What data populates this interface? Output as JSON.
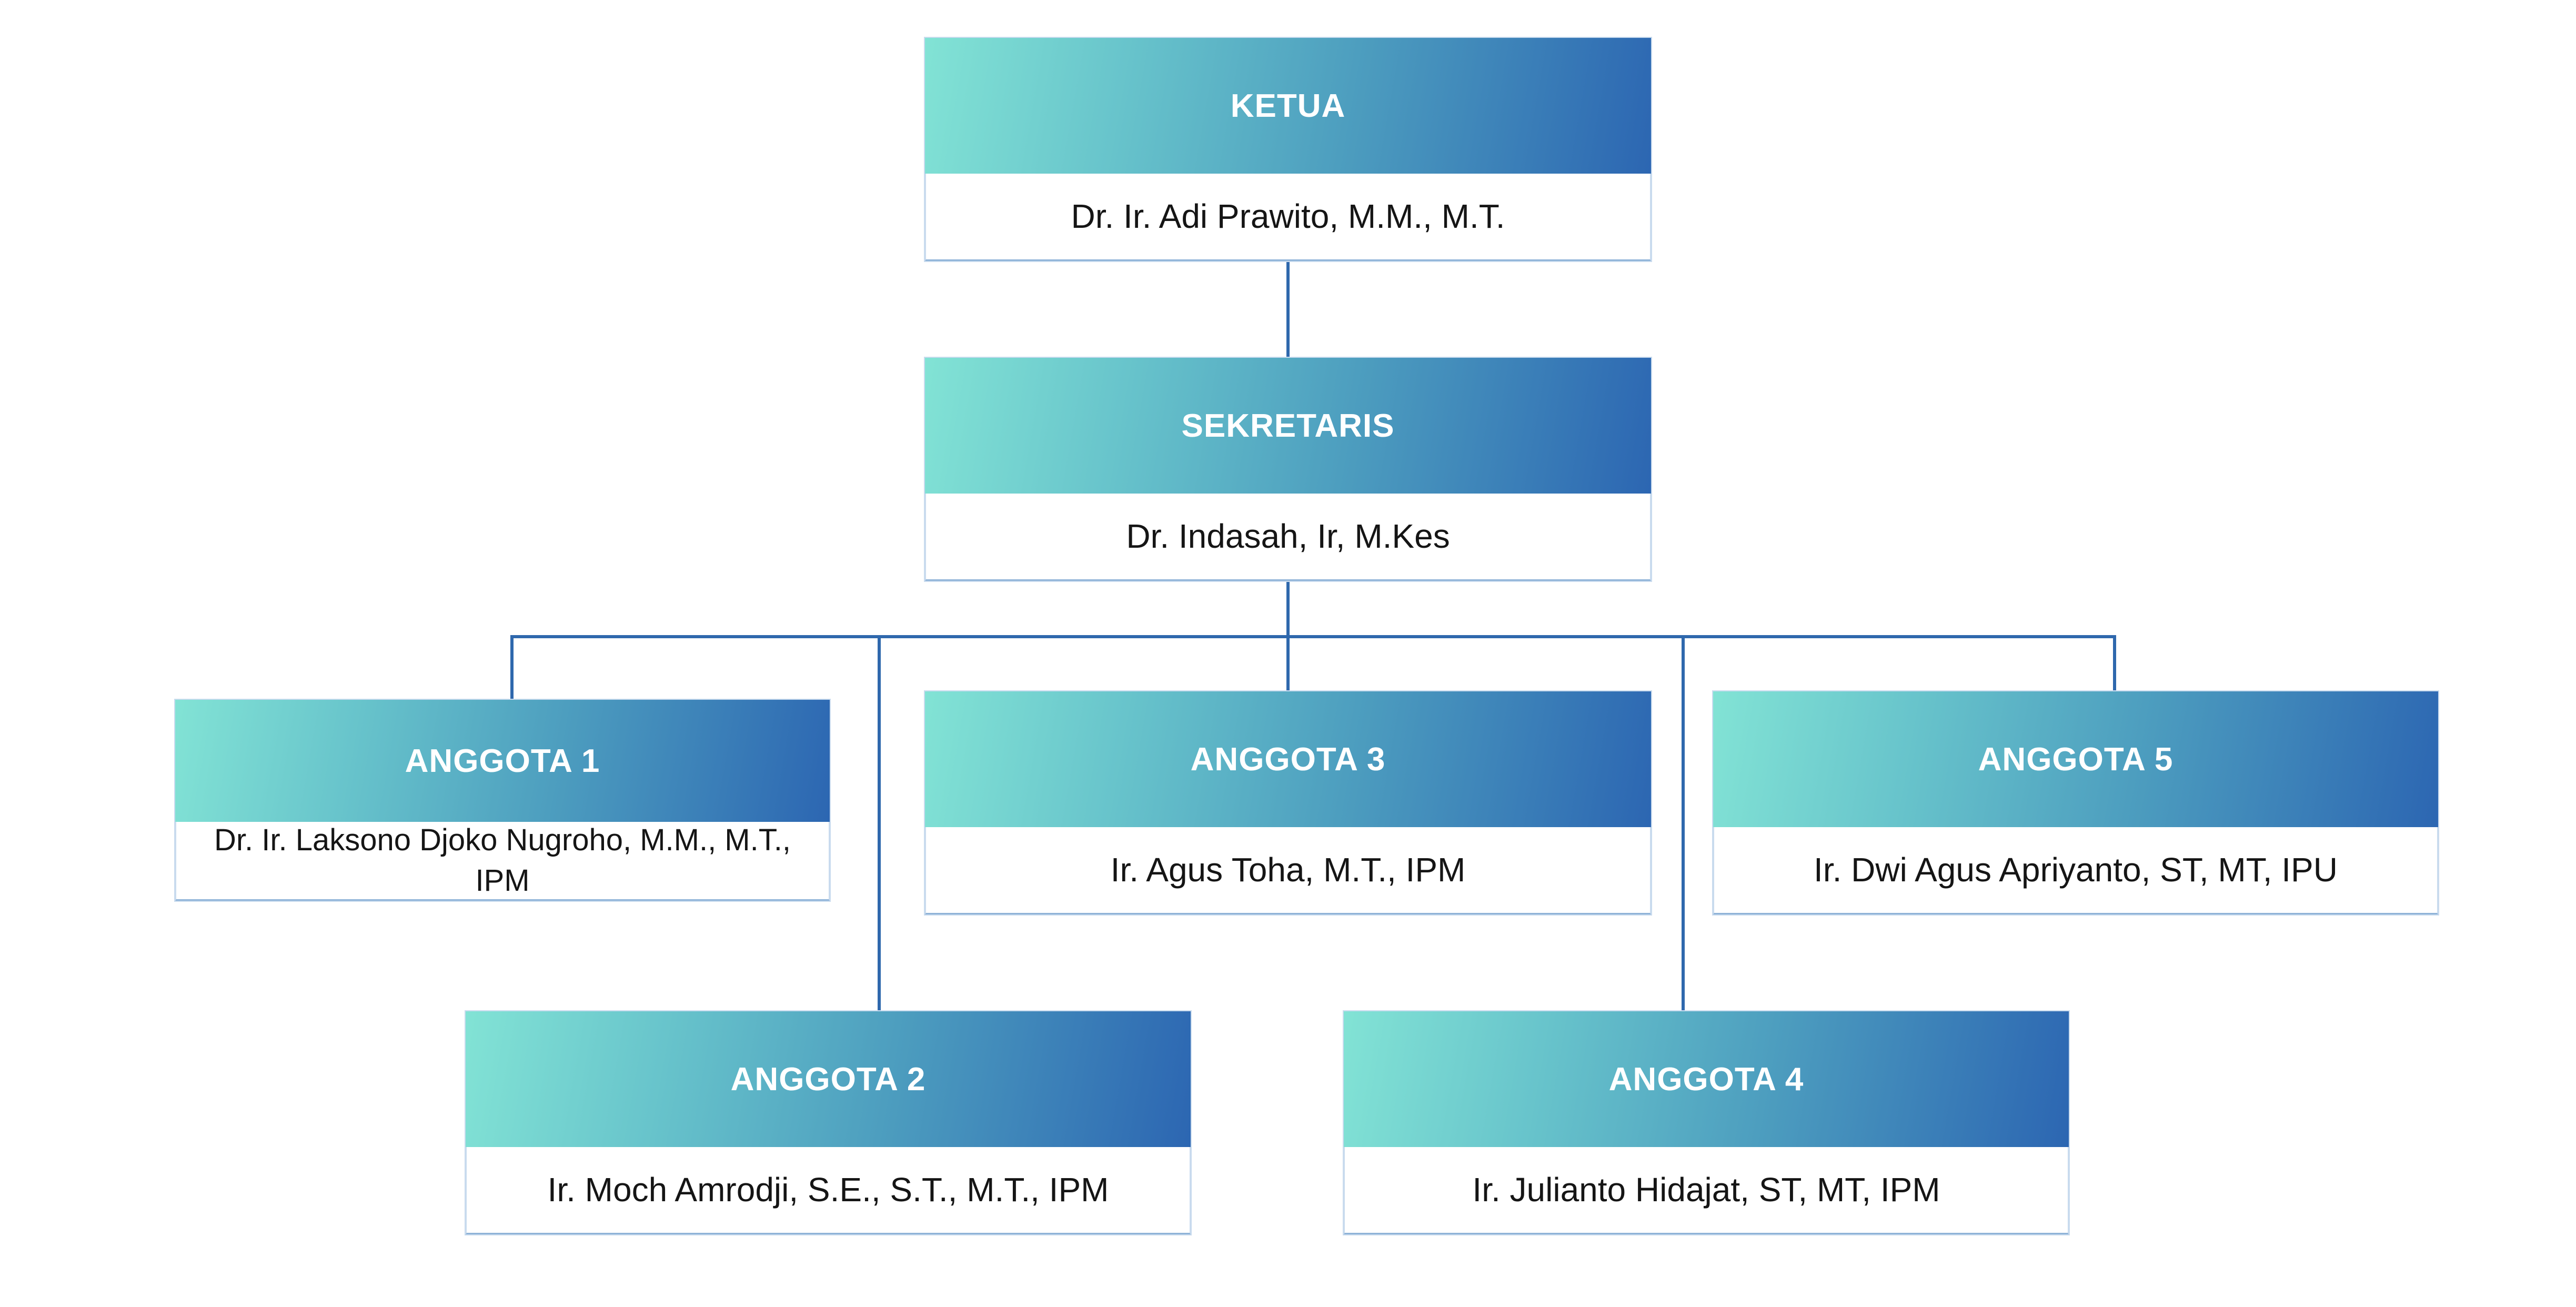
{
  "org_chart": {
    "ketua": {
      "role": "KETUA",
      "name": "Dr. Ir. Adi Prawito, M.M., M.T."
    },
    "sekretaris": {
      "role": "SEKRETARIS",
      "name": "Dr. Indasah, Ir, M.Kes"
    },
    "anggota": [
      {
        "role": "ANGGOTA 1",
        "name": "Dr. Ir. Laksono Djoko Nugroho, M.M., M.T., IPM"
      },
      {
        "role": "ANGGOTA 2",
        "name": "Ir. Moch Amrodji, S.E., S.T., M.T., IPM"
      },
      {
        "role": "ANGGOTA 3",
        "name": "Ir. Agus Toha, M.T., IPM"
      },
      {
        "role": "ANGGOTA 4",
        "name": "Ir. Julianto Hidajat, ST, MT, IPM"
      },
      {
        "role": "ANGGOTA 5",
        "name": "Ir. Dwi Agus Apriyanto, ST, MT, IPU"
      }
    ]
  },
  "colors": {
    "header_gradient_start": "#82e3d5",
    "header_gradient_end": "#2c66b2",
    "connector": "#2f68ad",
    "header_text": "#ffffff",
    "body_text": "#151515"
  }
}
